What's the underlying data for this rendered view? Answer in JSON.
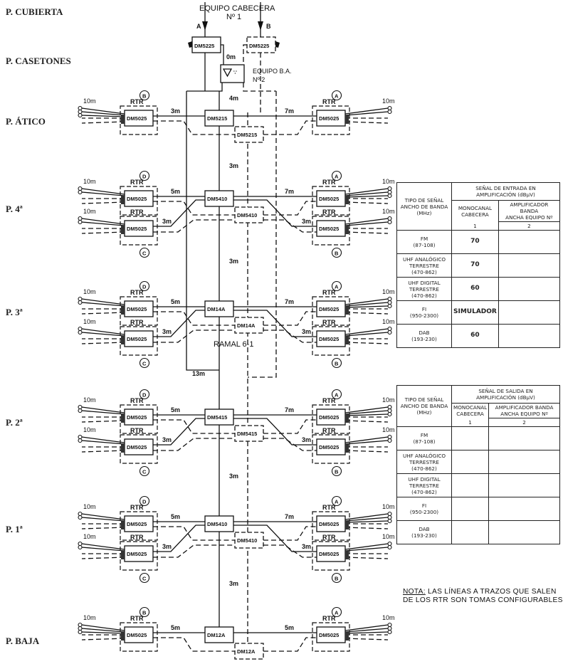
{
  "floors": [
    {
      "id": "cubierta",
      "label": "P.  CUBIERTA"
    },
    {
      "id": "casetones",
      "label": "P.  CASETONES"
    },
    {
      "id": "atico",
      "label": "P.  ÁTICO"
    },
    {
      "id": "p4",
      "label": "P.  4ª"
    },
    {
      "id": "p3",
      "label": "P.  3ª"
    },
    {
      "id": "p2",
      "label": "P.  2ª"
    },
    {
      "id": "p1",
      "label": "P.  1ª"
    },
    {
      "id": "baja",
      "label": "P.  BAJA"
    }
  ],
  "headend": {
    "title_line1": "EQUIPO  CABECERA",
    "title_line2": "Nº  1",
    "input_a": "A",
    "input_b": "B",
    "amp_a": "DM5225",
    "amp_b": "DM5225",
    "ba_title_line1": "EQUIPO  B.A.",
    "ba_title_line2": "Nº  2",
    "ba_distance": "0m",
    "riser_distance": "4m"
  },
  "risers": {
    "atico_to_p4": "3m",
    "p4_to_p3": "3m",
    "p3_to_p2": "13m",
    "p2_to_p1": "3m",
    "p1_to_baja": "3m",
    "ramal": "RAMAL  6-1"
  },
  "levels": [
    {
      "floor": "atico",
      "splitter_main": "DM5215",
      "splitter_alt": "DM5215",
      "left": [
        {
          "tag": "B",
          "rtr": "RTR",
          "unit": "DM5025",
          "run": "3m",
          "drop": "10m",
          "outlets": 3
        }
      ],
      "right": [
        {
          "tag": "A",
          "rtr": "RTR",
          "unit": "DM5025",
          "run": "7m",
          "drop": "10m",
          "outlets": 2
        }
      ]
    },
    {
      "floor": "p4",
      "splitter_main": "DM5410",
      "splitter_alt": "DM5410",
      "left": [
        {
          "tag": "D",
          "rtr": "RTR",
          "unit": "DM5025",
          "run": "5m",
          "drop": "10m",
          "outlets": 2
        },
        {
          "tag": "C",
          "rtr": "RTR",
          "unit": "DM5025",
          "run": "3m",
          "drop": "10m",
          "outlets": 2
        }
      ],
      "right": [
        {
          "tag": "A",
          "rtr": "RTR",
          "unit": "DM5025",
          "run": "7m",
          "drop": "10m",
          "outlets": 3
        },
        {
          "tag": "B",
          "rtr": "RTR",
          "unit": "DM5025",
          "run": "3m",
          "drop": "10m",
          "outlets": 2
        }
      ]
    },
    {
      "floor": "p3",
      "splitter_main": "DM14A",
      "splitter_alt": "DM14A",
      "left": [
        {
          "tag": "D",
          "rtr": "RTR",
          "unit": "DM5025",
          "run": "5m",
          "drop": "10m",
          "outlets": 2
        },
        {
          "tag": "C",
          "rtr": "RTR",
          "unit": "DM5025",
          "run": "3m",
          "drop": "10m",
          "outlets": 2
        }
      ],
      "right": [
        {
          "tag": "A",
          "rtr": "RTR",
          "unit": "DM5025",
          "run": "7m",
          "drop": "10m",
          "outlets": 3
        },
        {
          "tag": "B",
          "rtr": "RTR",
          "unit": "DM5025",
          "run": "3m",
          "drop": "10m",
          "outlets": 2
        }
      ]
    },
    {
      "floor": "p2",
      "splitter_main": "DM5415",
      "splitter_alt": "DM5415",
      "left": [
        {
          "tag": "D",
          "rtr": "RTR",
          "unit": "DM5025",
          "run": "5m",
          "drop": "10m",
          "outlets": 2
        },
        {
          "tag": "C",
          "rtr": "RTR",
          "unit": "DM5025",
          "run": "3m",
          "drop": "10m",
          "outlets": 2
        }
      ],
      "right": [
        {
          "tag": "A",
          "rtr": "RTR",
          "unit": "DM5025",
          "run": "7m",
          "drop": "10m",
          "outlets": 3
        },
        {
          "tag": "B",
          "rtr": "RTR",
          "unit": "DM5025",
          "run": "3m",
          "drop": "10m",
          "outlets": 2
        }
      ]
    },
    {
      "floor": "p1",
      "splitter_main": "DM5410",
      "splitter_alt": "DM5410",
      "left": [
        {
          "tag": "D",
          "rtr": "RTR",
          "unit": "DM5025",
          "run": "5m",
          "drop": "10m",
          "outlets": 2
        },
        {
          "tag": "C",
          "rtr": "RTR",
          "unit": "DM5025",
          "run": "3m",
          "drop": "10m",
          "outlets": 2
        }
      ],
      "right": [
        {
          "tag": "A",
          "rtr": "RTR",
          "unit": "DM5025",
          "run": "7m",
          "drop": "10m",
          "outlets": 3
        },
        {
          "tag": "B",
          "rtr": "RTR",
          "unit": "DM5025",
          "run": "3m",
          "drop": "10m",
          "outlets": 2
        }
      ]
    },
    {
      "floor": "baja",
      "splitter_main": "DM12A",
      "splitter_alt": "DM12A",
      "left": [
        {
          "tag": "B",
          "rtr": "RTR",
          "unit": "DM5025",
          "run": "5m",
          "drop": "10m",
          "outlets": 3
        }
      ],
      "right": [
        {
          "tag": "A",
          "rtr": "RTR",
          "unit": "DM5025",
          "run": "5m",
          "drop": "10m",
          "outlets": 3
        }
      ]
    }
  ],
  "table_in": {
    "col_type": [
      "TIPO DE SEÑAL",
      "ANCHO DE BANDA",
      "(MHz)"
    ],
    "group_header": [
      "SEÑAL DE ENTRADA EN",
      "AMPLIFICACIÓN (dBµV)"
    ],
    "col1_header": [
      "MONOCANAL",
      "CABECERA"
    ],
    "col1_num": "1",
    "col2_header": [
      "AMPLIFICADOR BANDA",
      "ANCHA EQUIPO Nº"
    ],
    "col2_num": "2",
    "rows": [
      {
        "type": [
          "FM",
          "(87-108)"
        ],
        "v1": "70",
        "v2": ""
      },
      {
        "type": [
          "UHF ANALÓGICO",
          "TERRESTRE",
          "(470-862)"
        ],
        "v1": "70",
        "v2": ""
      },
      {
        "type": [
          "UHF DIGITAL",
          "TERRESTRE",
          "(470-862)"
        ],
        "v1": "60",
        "v2": ""
      },
      {
        "type": [
          "FI",
          "(950-2300)"
        ],
        "v1": "SIMULADOR",
        "v2": ""
      },
      {
        "type": [
          "DAB",
          "(193-230)"
        ],
        "v1": "60",
        "v2": ""
      }
    ]
  },
  "table_out": {
    "col_type": [
      "TIPO DE SEÑAL",
      "ANCHO DE BANDA",
      "(MHz)"
    ],
    "group_header": [
      "SEÑAL DE SALIDA EN",
      "AMPLIFICACIÓN (dBµV)"
    ],
    "col1_header": [
      "MONOCANAL",
      "CABECERA"
    ],
    "col1_num": "1",
    "col2_header": [
      "AMPLIFICADOR BANDA",
      "ANCHA EQUIPO Nº"
    ],
    "col2_num": "2",
    "rows": [
      {
        "type": [
          "FM",
          "(87-108)"
        ],
        "v1": "",
        "v2": ""
      },
      {
        "type": [
          "UHF ANALÓGICO",
          "TERRESTRE",
          "(470-862)"
        ],
        "v1": "",
        "v2": ""
      },
      {
        "type": [
          "UHF DIGITAL",
          "TERRESTRE",
          "(470-862)"
        ],
        "v1": "",
        "v2": ""
      },
      {
        "type": [
          "FI",
          "(950-2300)"
        ],
        "v1": "",
        "v2": ""
      },
      {
        "type": [
          "DAB",
          "(193-230)"
        ],
        "v1": "",
        "v2": ""
      }
    ]
  },
  "note": {
    "prefix": "NOTA:",
    "line1": " LAS LÍNEAS A TRAZOS QUE SALEN",
    "line2": "DE LOS RTR SON TOMAS CONFIGURABLES"
  }
}
